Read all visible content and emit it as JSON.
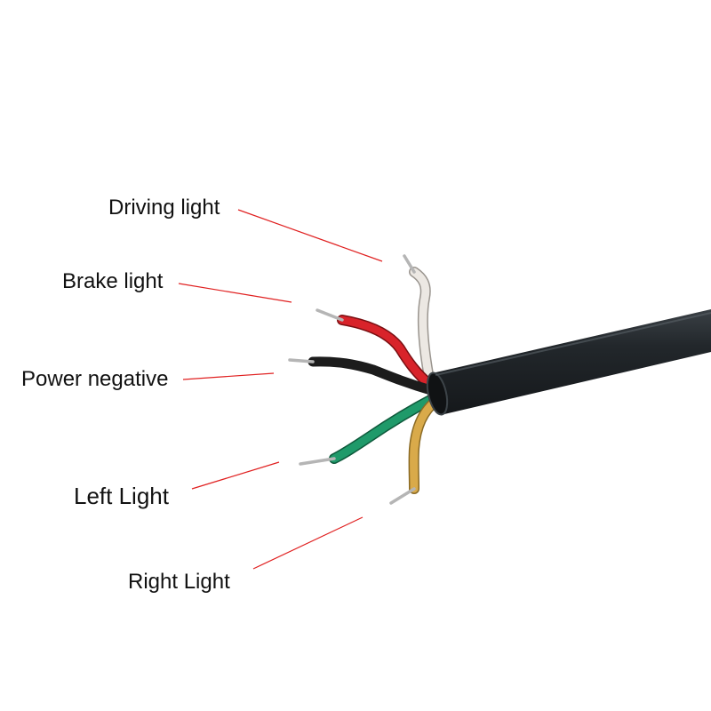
{
  "labels": {
    "driving": "Driving light",
    "brake": "Brake light",
    "power": "Power negative",
    "left": "Left Light",
    "right": "Right Light"
  },
  "colors": {
    "leader": "#e02020",
    "jacket": "#22272b",
    "white_wire": "#e8e4df",
    "red_wire": "#d8232a",
    "black_wire": "#1c1c1c",
    "green_wire": "#1f9a6a",
    "yellow_wire": "#d9aa4a",
    "copper": "#b9b9b9"
  }
}
